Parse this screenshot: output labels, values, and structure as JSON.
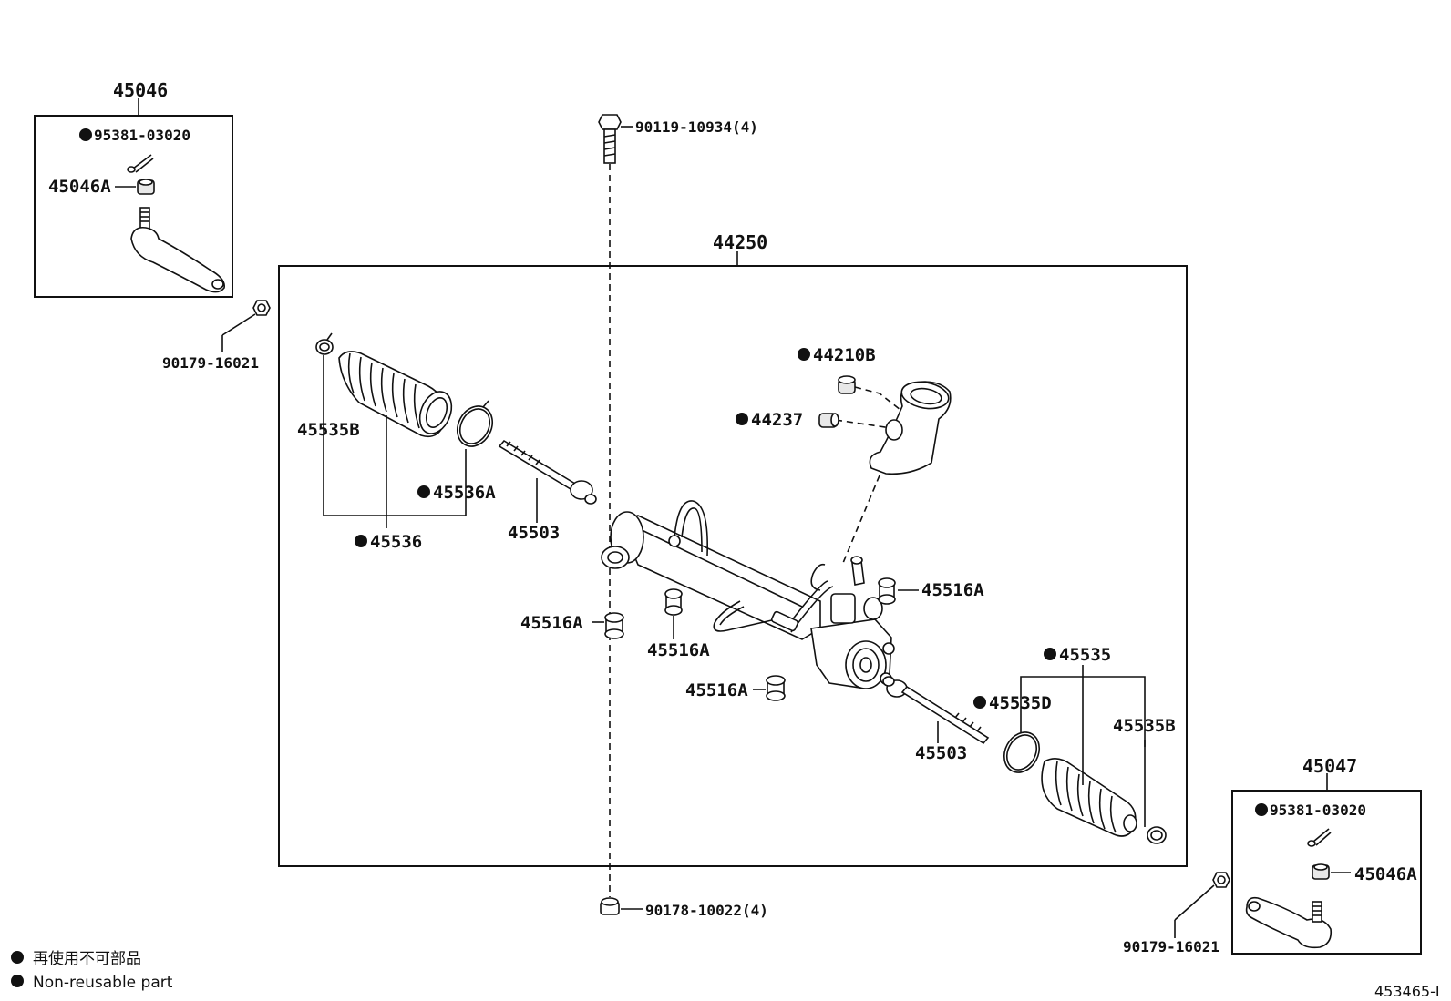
{
  "labels": {
    "p45046": "45046",
    "p45047": "45047",
    "p95381_l": "95381-03020",
    "p95381_r": "95381-03020",
    "p45046a_l": "45046A",
    "p45046a_r": "45046A",
    "p90179_l": "90179-16021",
    "p90179_r": "90179-16021",
    "p90119": "90119-10934(4)",
    "p90178": "90178-10022(4)",
    "p44250": "44250",
    "p44210b": "44210B",
    "p44237": "44237",
    "p45535b_l": "45535B",
    "p45535b_r": "45535B",
    "p45536a": "45536A",
    "p45536": "45536",
    "p45503_l": "45503",
    "p45503_r": "45503",
    "p45516a_1": "45516A",
    "p45516a_2": "45516A",
    "p45516a_3": "45516A",
    "p45516a_4": "45516A",
    "p45535": "45535",
    "p45535d": "45535D"
  },
  "legend": {
    "japanese": "再使用不可部品",
    "english": "Non-reusable part"
  },
  "diagram_id": "453465-I"
}
